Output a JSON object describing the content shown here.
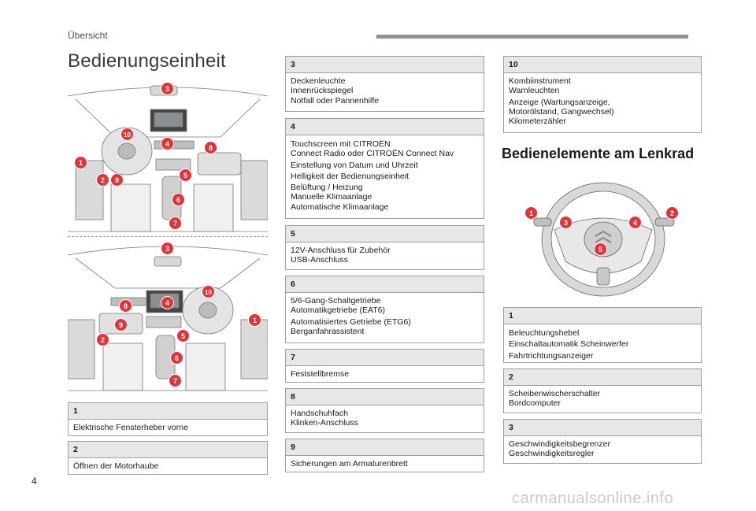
{
  "header": {
    "section": "Übersicht",
    "page_number": "4"
  },
  "left": {
    "title": "Bedienungseinheit",
    "top_badges": [
      "3",
      "10",
      "4",
      "8",
      "1",
      "2",
      "9",
      "5",
      "6",
      "7"
    ],
    "bottom_badges": [
      "3",
      "10",
      "8",
      "4",
      "9",
      "1",
      "2",
      "5",
      "6",
      "7"
    ],
    "boxes": [
      {
        "num": "1",
        "lines": [
          "Elektrische Fensterheber vorne"
        ]
      },
      {
        "num": "2",
        "lines": [
          "Öffnen der Motorhaube"
        ]
      }
    ]
  },
  "middle": {
    "boxes": [
      {
        "num": "3",
        "lines": [
          "Deckenleuchte",
          "Innenrückspiegel",
          "Notfall oder Pannenhilfe"
        ]
      },
      {
        "num": "4",
        "lines": [
          "Touchscreen mit CITROËN",
          "Connect Radio oder CITROËN Connect Nav",
          "Einstellung von Datum und Uhrzeit",
          "Helligkeit der Bedienungseinheit",
          "Belüftung / Heizung",
          "Manuelle Klimaanlage",
          "Automatische Klimaanlage"
        ]
      },
      {
        "num": "5",
        "lines": [
          "12V-Anschluss für Zubehör",
          "USB-Anschluss"
        ]
      },
      {
        "num": "6",
        "lines": [
          "5/6-Gang-Schaltgetriebe",
          "Automatikgetriebe (EAT6)",
          "Automatisiertes Getriebe (ETG6)",
          "Berganfahrassistent"
        ]
      },
      {
        "num": "7",
        "lines": [
          "Feststellbremse"
        ]
      },
      {
        "num": "8",
        "lines": [
          "Handschuhfach",
          "Klinken-Anschluss"
        ]
      },
      {
        "num": "9",
        "lines": [
          "Sicherungen am Armaturenbrett"
        ]
      }
    ]
  },
  "right": {
    "title": "Bedienelemente am Lenkrad",
    "wheel_badges": [
      "1",
      "2",
      "3",
      "4",
      "5"
    ],
    "boxes": [
      {
        "num": "10",
        "lines": [
          "Kombiinstrument",
          "Warnleuchten",
          "Anzeige (Wartungsanzeige,",
          "Motorölstand, Gangwechsel)",
          "Kilometerzähler"
        ]
      },
      {
        "num": "1",
        "lines": [
          "Beleuchtungshebel",
          "Einschaltautomatik Scheinwerfer",
          "Fahrtrichtungsanzeiger"
        ]
      },
      {
        "num": "2",
        "lines": [
          "Scheibenwischerschalter",
          "Bordcomputer"
        ]
      },
      {
        "num": "3",
        "lines": [
          "Geschwindigkeitsbegrenzer",
          "Geschwindigkeitsregler"
        ]
      }
    ]
  },
  "watermark": "carmanualsonline.info",
  "colors": {
    "badge": "#e0343a",
    "box_header": "#e6e7e9",
    "border": "#9aa0a6",
    "header_bar": "#8a9199"
  }
}
